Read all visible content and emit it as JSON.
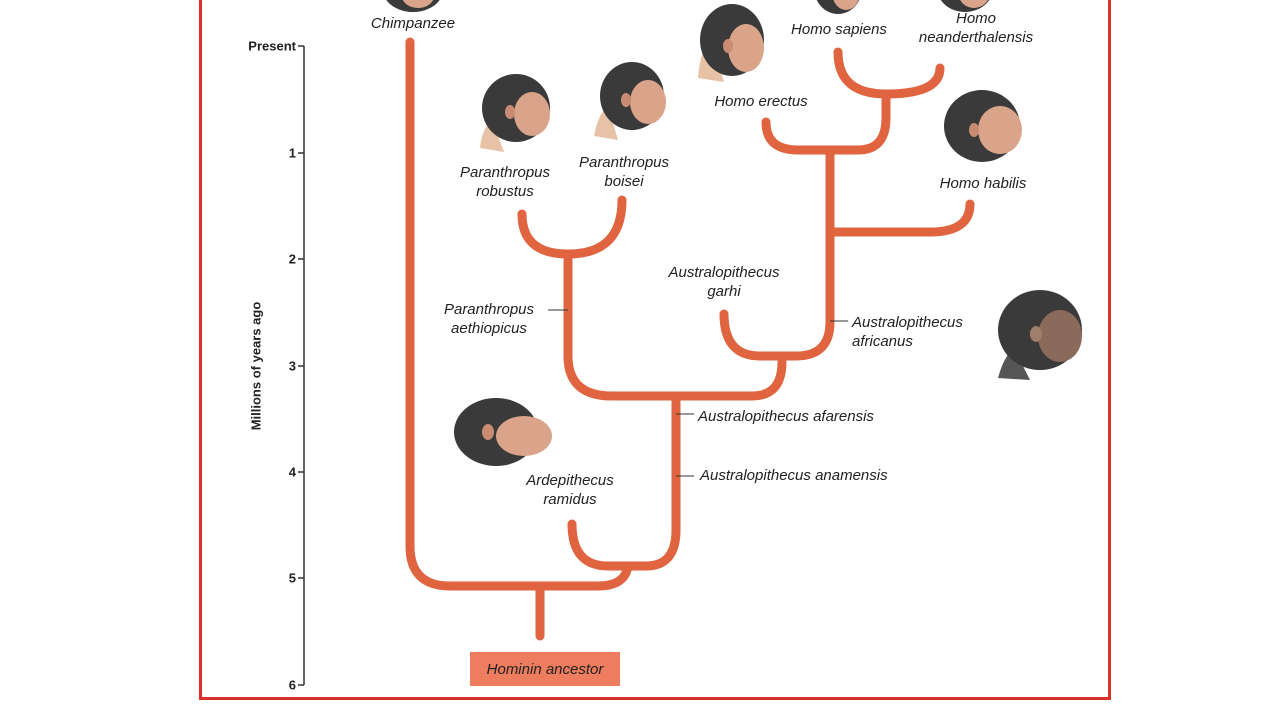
{
  "axis": {
    "title": "Millions of years ago",
    "ticks": [
      "Present",
      "1",
      "2",
      "3",
      "4",
      "5",
      "6"
    ]
  },
  "species": {
    "chimpanzee": "Chimpanzee",
    "homo_sapiens": "Homo sapiens",
    "homo_neanderthalensis": [
      "Homo",
      "neanderthalensis"
    ],
    "homo_erectus": "Homo erectus",
    "homo_habilis": "Homo habilis",
    "paranthropus_robustus": [
      "Paranthropus",
      "robustus"
    ],
    "paranthropus_boisei": [
      "Paranthropus",
      "boisei"
    ],
    "paranthropus_aethiopicus": [
      "Paranthropus",
      "aethiopicus"
    ],
    "australopithecus_garhi": [
      "Australopithecus",
      "garhi"
    ],
    "australopithecus_africanus": [
      "Australopithecus",
      "africanus"
    ],
    "australopithecus_afarensis": "Australopithecus afarensis",
    "australopithecus_anamensis": "Australopithecus anamensis",
    "ardipithecus_ramidus": [
      "Ardepithecus",
      "ramidus"
    ],
    "hominin_ancestor": "Hominin ancestor"
  },
  "colors": {
    "branch": "#e06440",
    "frame": "#d9322b",
    "ancestor_box": "#ee7c5f",
    "head_skin": "#d9a48a",
    "head_hair": "#3a3a3a"
  },
  "icons": [
    "hominin-head-icon"
  ]
}
